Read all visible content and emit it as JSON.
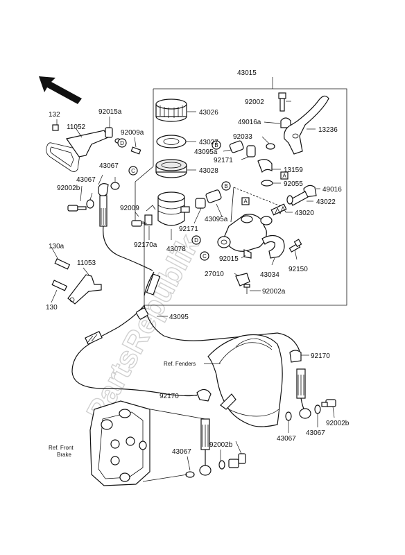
{
  "watermark": "PartsRepublik",
  "part_numbers": {
    "p43015": "43015",
    "p92002": "92002",
    "p43026": "43026",
    "p49016a": "49016a",
    "p92033": "92033",
    "p13236": "13236",
    "p43027": "43027",
    "p43095a_top": "43095a",
    "p92171_top": "92171",
    "p13159": "13159",
    "p43028": "43028",
    "p92055": "92055",
    "p49016": "49016",
    "p43022": "43022",
    "p43020": "43020",
    "p92009": "92009",
    "p43095a": "43095a",
    "p92171": "92171",
    "p92170a": "92170a",
    "p43078": "43078",
    "p92015": "92015",
    "p43034": "43034",
    "p92150": "92150",
    "p27010": "27010",
    "p92002a": "92002a",
    "p132": "132",
    "p11052": "11052",
    "p92015a": "92015a",
    "p92009a": "92009a",
    "p43067_a": "43067",
    "p92002b_a": "92002b",
    "p130a": "130a",
    "p11053": "11053",
    "p130": "130",
    "p43095": "43095",
    "p92170_r": "92170",
    "p92170_l": "92170",
    "p43067_b": "43067",
    "p92002b_b": "92002b",
    "p43067_c": "43067",
    "p43067_d": "43067",
    "p43067_e": "43067",
    "p92002b_c": "92002b"
  },
  "references": {
    "fenders": "Ref. Fenders",
    "front_brake_line1": "Ref. Front",
    "front_brake_line2": "Brake"
  },
  "callout_letters": {
    "a1": "A",
    "a2": "A",
    "b1": "B",
    "b2": "B",
    "c1": "C",
    "c2": "C",
    "d1": "D",
    "d2": "D"
  },
  "icons": {
    "direction_arrow": "front-direction-arrow-icon"
  }
}
